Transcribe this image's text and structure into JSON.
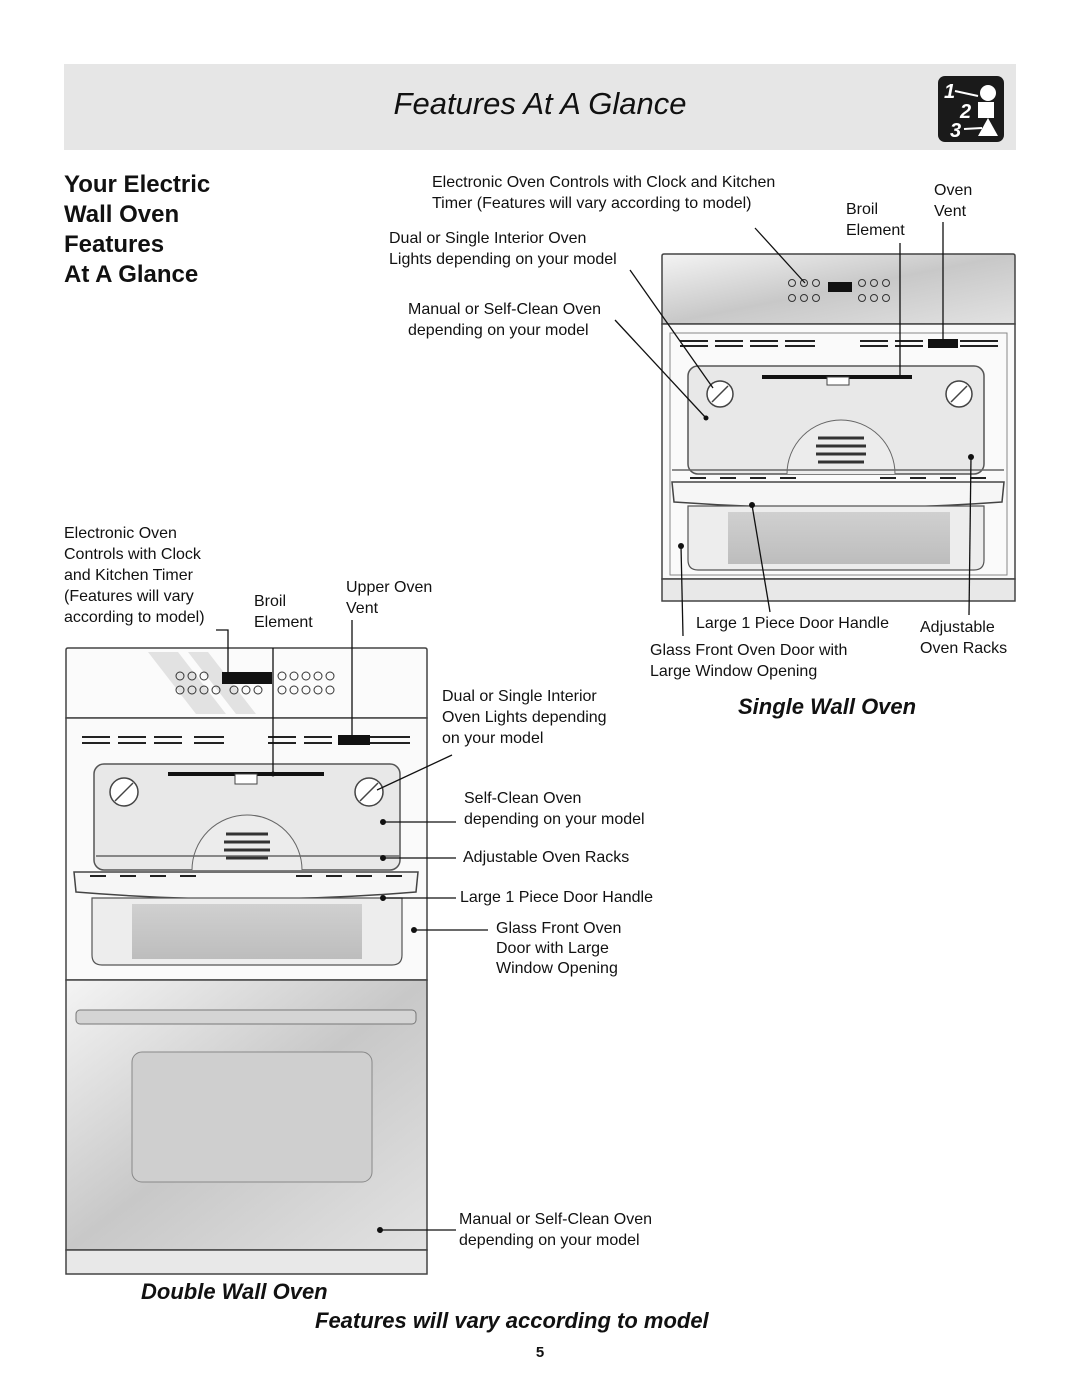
{
  "page": {
    "title": "Features At A Glance",
    "page_number": "5"
  },
  "badge": {
    "num1": "1",
    "num2": "2",
    "num3": "3"
  },
  "heading": {
    "line1": "Your Electric",
    "line2": "Wall Oven",
    "line3": "Features",
    "line4": "At A Glance"
  },
  "single_oven": {
    "caption": "Single Wall Oven",
    "labels": {
      "controls": "Electronic Oven Controls with Clock and Kitchen\nTimer (Features will vary according to model)",
      "lights": "Dual or Single Interior Oven\nLights depending on your model",
      "clean": "Manual or Self-Clean Oven\ndepending on your model",
      "broil": "Broil\nElement",
      "vent": "Oven\nVent",
      "handle": "Large 1 Piece Door Handle",
      "racks": "Adjustable\nOven Racks",
      "door": "Glass Front Oven Door with\nLarge Window Opening"
    }
  },
  "double_oven": {
    "caption": "Double Wall Oven",
    "labels": {
      "controls": "Electronic Oven\nControls with Clock\nand Kitchen Timer\n(Features will vary\naccording to model)",
      "broil": "Broil\nElement",
      "vent": "Upper Oven\nVent",
      "lights": "Dual or Single Interior\nOven Lights depending\non your model",
      "clean": "Self-Clean Oven\ndepending on your model",
      "racks": "Adjustable Oven Racks",
      "handle": "Large 1 Piece Door Handle",
      "door": "Glass Front Oven\nDoor with Large\nWindow Opening",
      "lower": "Manual or Self-Clean Oven\ndepending on your model"
    }
  },
  "footer": {
    "note": "Features will vary according to model"
  }
}
